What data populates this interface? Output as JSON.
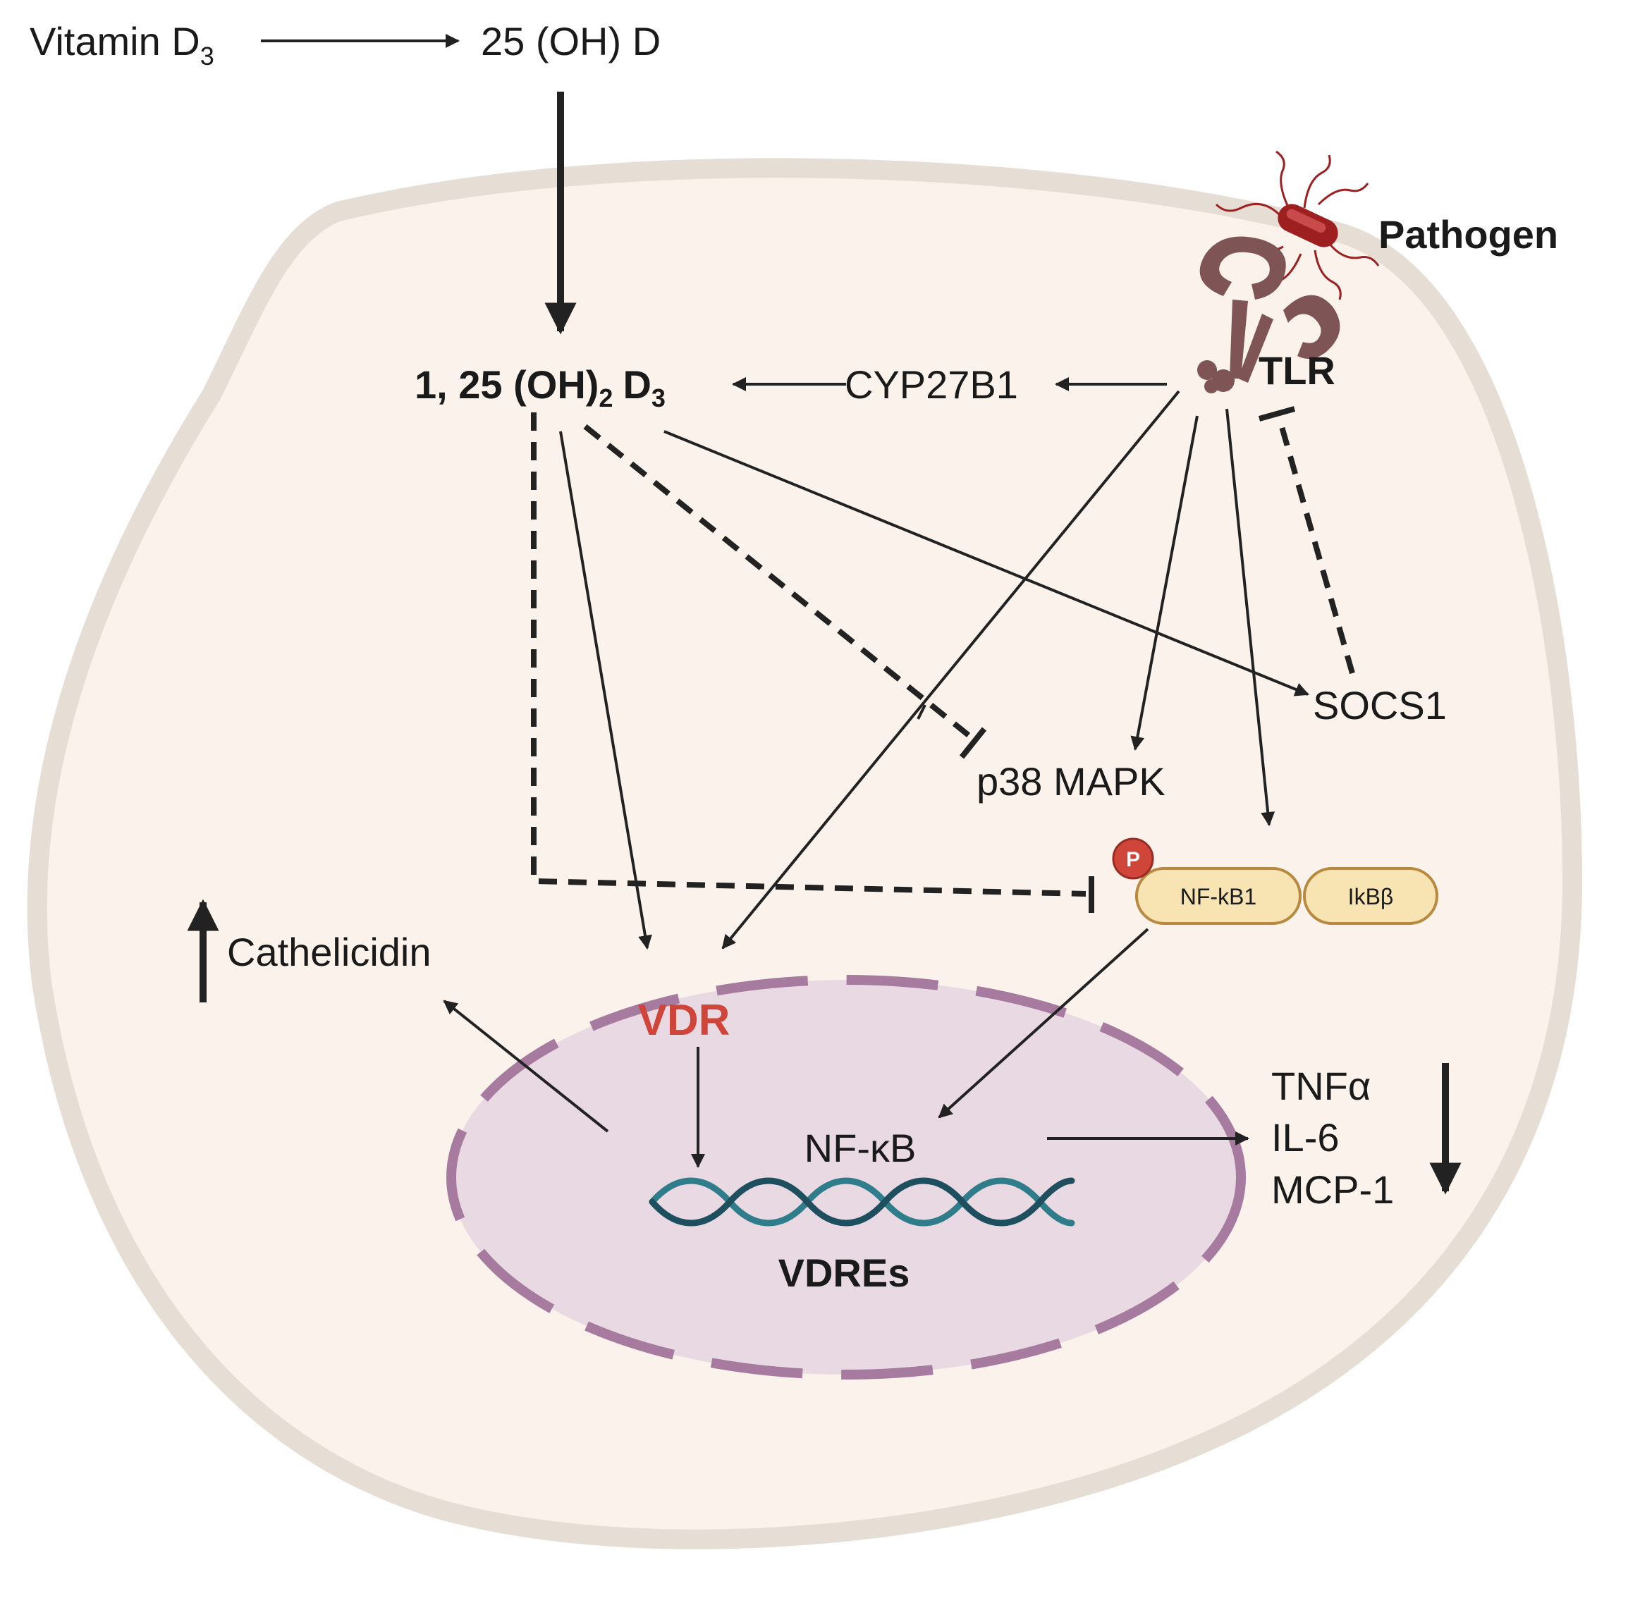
{
  "labels": {
    "vitamin_d3": "Vitamin D",
    "vitamin_d3_sub": "3",
    "oh_d": "25 (OH) D",
    "calcitriol_main": "1, 25 (OH)",
    "calcitriol_sub1": "2",
    "calcitriol_d": "D",
    "calcitriol_sub2": "3",
    "cyp": "CYP27B1",
    "pathogen": "Pathogen",
    "tlr": "TLR",
    "socs1": "SOCS1",
    "p38": "p38 MAPK",
    "phospho": "P",
    "nfkb1": "NF-kB1",
    "ikbb": "IkBβ",
    "cathelicidin": "Cathelicidin",
    "vdr": "VDR",
    "nfkb": "NF-κB",
    "vdres": "VDREs",
    "tnfa": "TNFα",
    "il6": "IL-6",
    "mcp1": "MCP-1"
  },
  "colors": {
    "cell_fill": "#fbf2ec",
    "cell_border": "#e6ddd5",
    "nucleus_fill": "#e8d9e3",
    "nucleus_border": "#a77aa0",
    "vdr_red": "#d0453a",
    "complex_fill": "#f7e4b2",
    "complex_border": "#b8893f",
    "tlr_brown": "#7e5454",
    "pathogen_red": "#9e1f1f",
    "dna_dark": "#1e4f5e",
    "dna_light": "#2f7d8a"
  },
  "icons": [
    "pathogen-icon",
    "tlr-receptor-icon",
    "dna-helix-icon",
    "phosphate-icon",
    "up-arrow-icon",
    "down-arrow-icon"
  ]
}
